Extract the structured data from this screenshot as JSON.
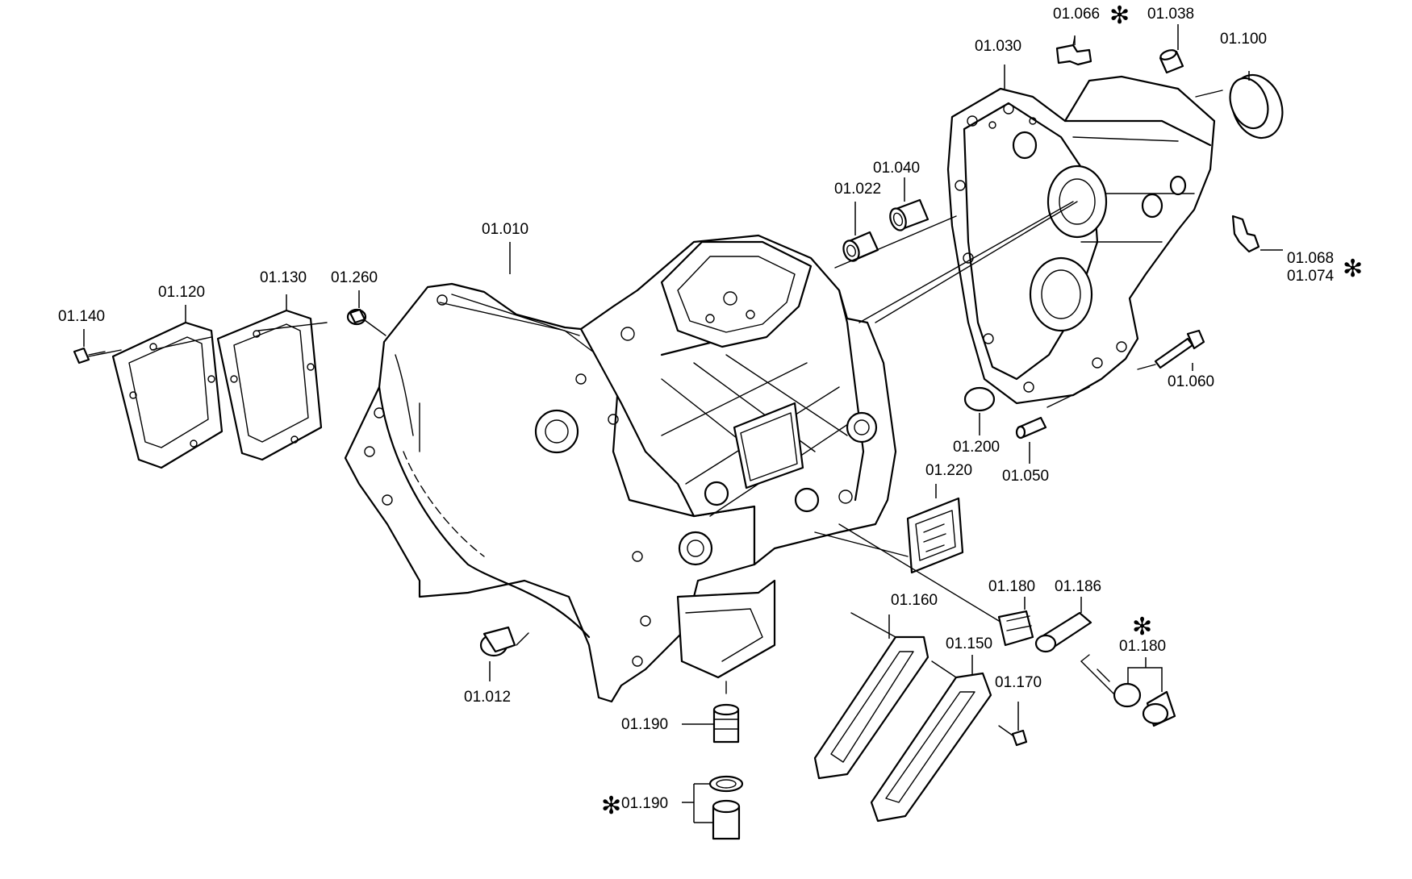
{
  "labels": {
    "p01_066": "01.066",
    "p01_038": "01.038",
    "p01_100": "01.100",
    "p01_030": "01.030",
    "p01_040": "01.040",
    "p01_022": "01.022",
    "p01_010": "01.010",
    "p01_130": "01.130",
    "p01_120": "01.120",
    "p01_260": "01.260",
    "p01_140": "01.140",
    "p01_068": "01.068",
    "p01_074": "01.074",
    "p01_060": "01.060",
    "p01_200": "01.200",
    "p01_050": "01.050",
    "p01_220": "01.220",
    "p01_180_a": "01.180",
    "p01_186": "01.186",
    "p01_160": "01.160",
    "p01_150": "01.150",
    "p01_170": "01.170",
    "p01_180_b": "01.180",
    "p01_012": "01.012",
    "p01_190_a": "01.190",
    "p01_190_b": "01.190"
  },
  "marker": "✻",
  "icons": [
    "asterisk-marker"
  ]
}
